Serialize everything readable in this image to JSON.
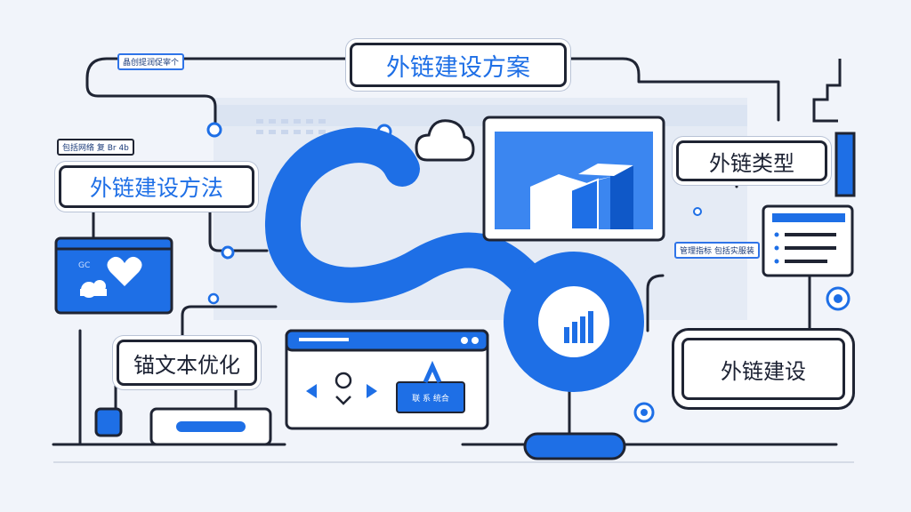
{
  "title": "外链建设方案",
  "labels": {
    "method": "外链建设方法",
    "types": "外链类型",
    "anchor": "锚文本优化",
    "building": "外链建设"
  },
  "tags": {
    "top_left": "晶创提润促宰个",
    "left_mid": "包括网络 复 Br 4b",
    "right_mid": "管理指标 包括实服装"
  },
  "app_window": {
    "badge_text": "联 系 统合"
  },
  "colors": {
    "accent": "#1e6fe6",
    "outline": "#1f2433",
    "background": "#f1f4fa"
  },
  "icons": [
    "cloud-icon",
    "heart-icon",
    "bar-chart-icon",
    "list-icon",
    "arrow-left-icon",
    "arrow-right-icon",
    "chevron-down-icon",
    "target-icon"
  ]
}
